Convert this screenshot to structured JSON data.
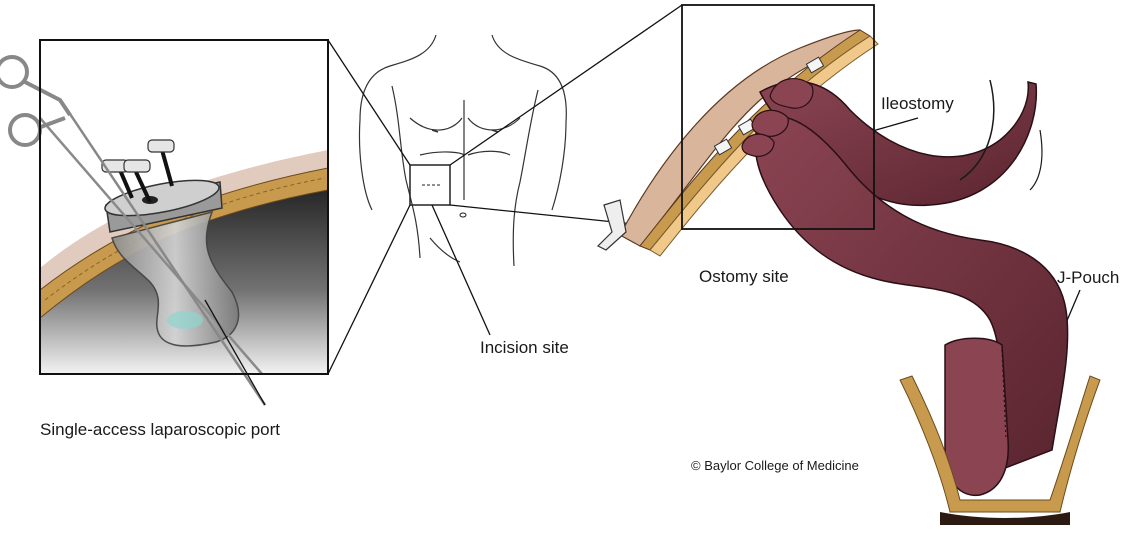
{
  "labels": {
    "port": "Single-access laparoscopic port",
    "incision": "Incision site",
    "ostomy": "Ostomy site",
    "ileostomy": "Ileostomy",
    "jpouch": "J-Pouch"
  },
  "copyright": "© Baylor College of Medicine",
  "colors": {
    "bowel": "#7a3a45",
    "bowel_dark": "#4e1f29",
    "fat": "#c89a4e",
    "muscle": "#d9b69b",
    "skin": "#a0643f",
    "line": "#222222"
  }
}
